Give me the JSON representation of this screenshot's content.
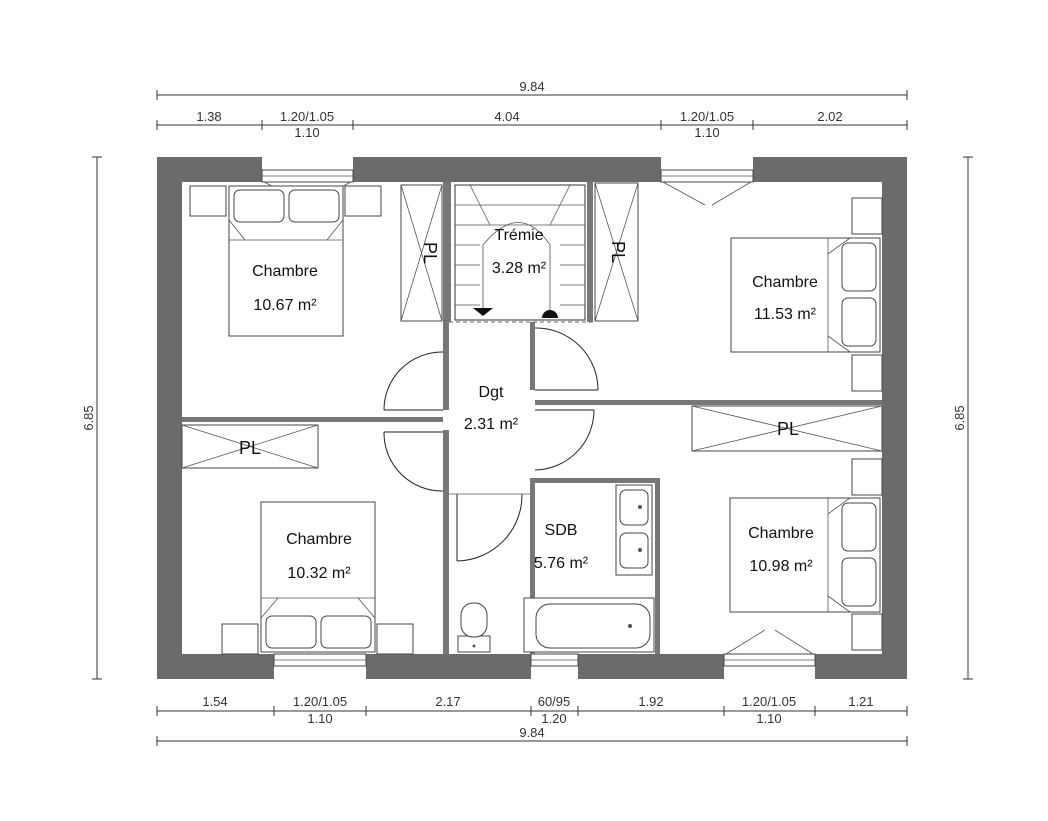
{
  "dimensions": {
    "top_total": "9.84",
    "top": [
      {
        "label": "1.38",
        "sub": ""
      },
      {
        "label": "1.20/1.05",
        "sub": "1.10"
      },
      {
        "label": "4.04",
        "sub": ""
      },
      {
        "label": "1.20/1.05",
        "sub": "1.10"
      },
      {
        "label": "2.02",
        "sub": ""
      }
    ],
    "bottom": [
      {
        "label": "1.54",
        "sub": ""
      },
      {
        "label": "1.20/1.05",
        "sub": "1.10"
      },
      {
        "label": "2.17",
        "sub": ""
      },
      {
        "label": "60/95",
        "sub": "1.20"
      },
      {
        "label": "1.92",
        "sub": ""
      },
      {
        "label": "1.20/1.05",
        "sub": "1.10"
      },
      {
        "label": "1.21",
        "sub": ""
      }
    ],
    "bottom_total": "9.84",
    "left_height": "6.85",
    "right_height": "6.85"
  },
  "rooms": [
    {
      "name": "Chambre",
      "area": "10.67 m²"
    },
    {
      "name": "Trémie",
      "area": "3.28 m²"
    },
    {
      "name": "Chambre",
      "area": "11.53 m²"
    },
    {
      "name": "Dgt",
      "area": "2.31 m²"
    },
    {
      "name": "Chambre",
      "area": "10.32 m²"
    },
    {
      "name": "SDB",
      "area": "5.76 m²"
    },
    {
      "name": "Chambre",
      "area": "10.98 m²"
    }
  ],
  "closets": [
    "PL",
    "PL",
    "PL",
    "PL"
  ]
}
